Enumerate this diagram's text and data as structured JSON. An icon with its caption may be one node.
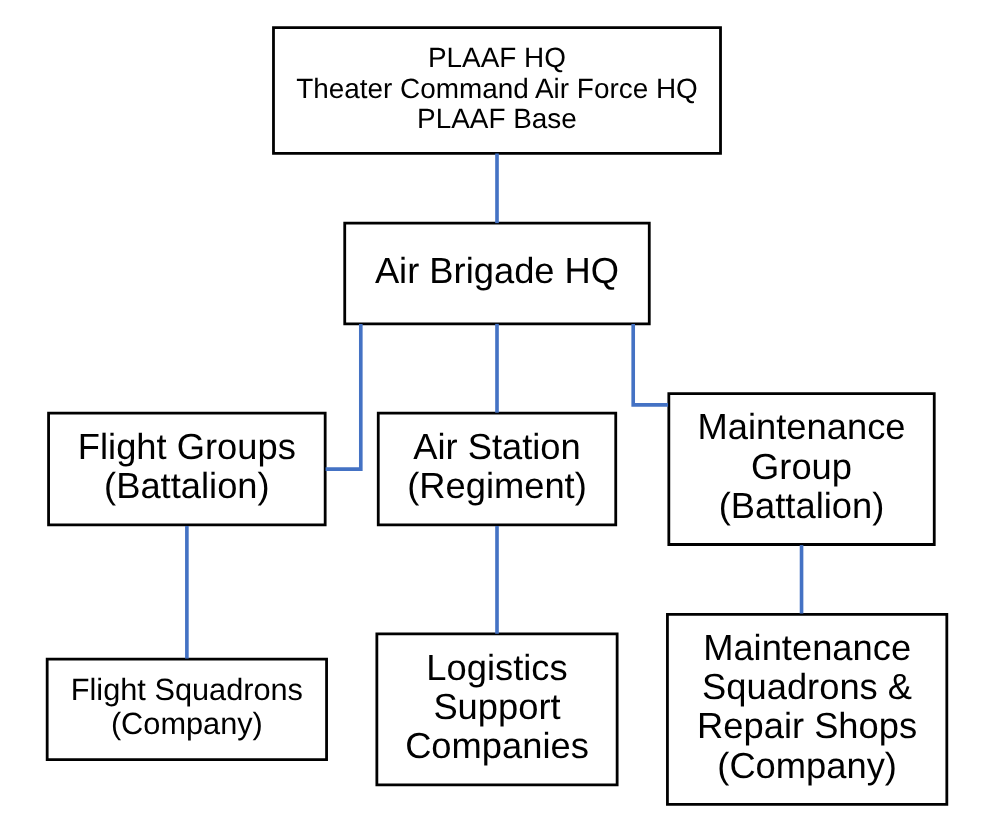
{
  "diagram": {
    "nodes": [
      {
        "text": [
          "PLAAF HQ",
          "Theater Command Air Force HQ",
          "PLAAF Base"
        ]
      },
      {
        "text": [
          "Air Brigade HQ"
        ]
      },
      {
        "text": [
          "Flight Groups (Battalion)"
        ]
      },
      {
        "text": [
          "Air Station (Regiment)"
        ]
      },
      {
        "text": [
          "Maintenance Group (Battalion)"
        ]
      },
      {
        "text": [
          "Flight Squadrons (Company)"
        ]
      },
      {
        "text": [
          "Logistics Support Companies"
        ]
      },
      {
        "text": [
          "Maintenance Squadrons & Repair Shops (Company)"
        ]
      }
    ],
    "edges": [
      {
        "from": 0,
        "to": 1,
        "arrow": "none"
      },
      {
        "from": 1,
        "to": 2,
        "arrow": "none"
      },
      {
        "from": 1,
        "to": 3,
        "arrow": "none"
      },
      {
        "from": 1,
        "to": 4,
        "arrow": "none"
      },
      {
        "from": 2,
        "to": 5,
        "arrow": "none"
      },
      {
        "from": 3,
        "to": 6,
        "arrow": "none"
      },
      {
        "from": 4,
        "to": 7,
        "arrow": "none"
      }
    ]
  }
}
